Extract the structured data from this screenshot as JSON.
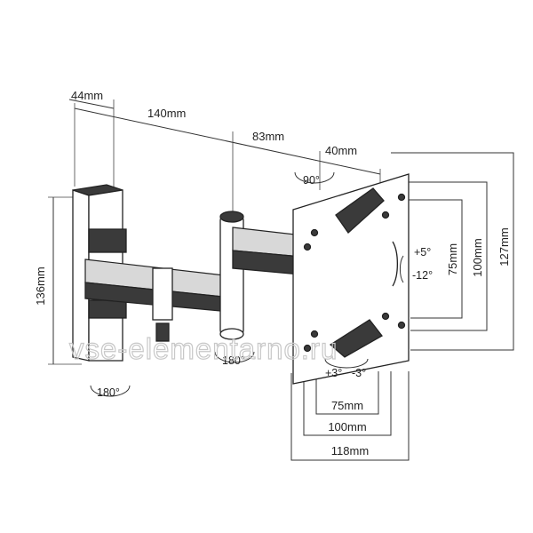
{
  "dimensions": {
    "wall_depth": "44mm",
    "arm_length": "140mm",
    "arm2_length": "83mm",
    "plate_depth": "40mm",
    "height": "136mm",
    "vesa_inner_v": "75mm",
    "vesa_mid_v": "100mm",
    "plate_v": "127mm",
    "vesa_inner_h": "75mm",
    "vesa_mid_h": "100mm",
    "plate_h": "118mm"
  },
  "rotations": {
    "top_swivel": "90°",
    "elbow_swivel": "180°",
    "wall_swivel": "180°",
    "tilt_up": "+5°",
    "tilt_down": "-12°",
    "roll_plus": "+3°",
    "roll_minus": "-3°"
  },
  "watermark": "vse-elementarno.ru",
  "colors": {
    "line": "#333333",
    "dark_fill": "#3a3a3a",
    "light_fill": "#d8d8d8",
    "watermark": "#c8c8c8"
  }
}
